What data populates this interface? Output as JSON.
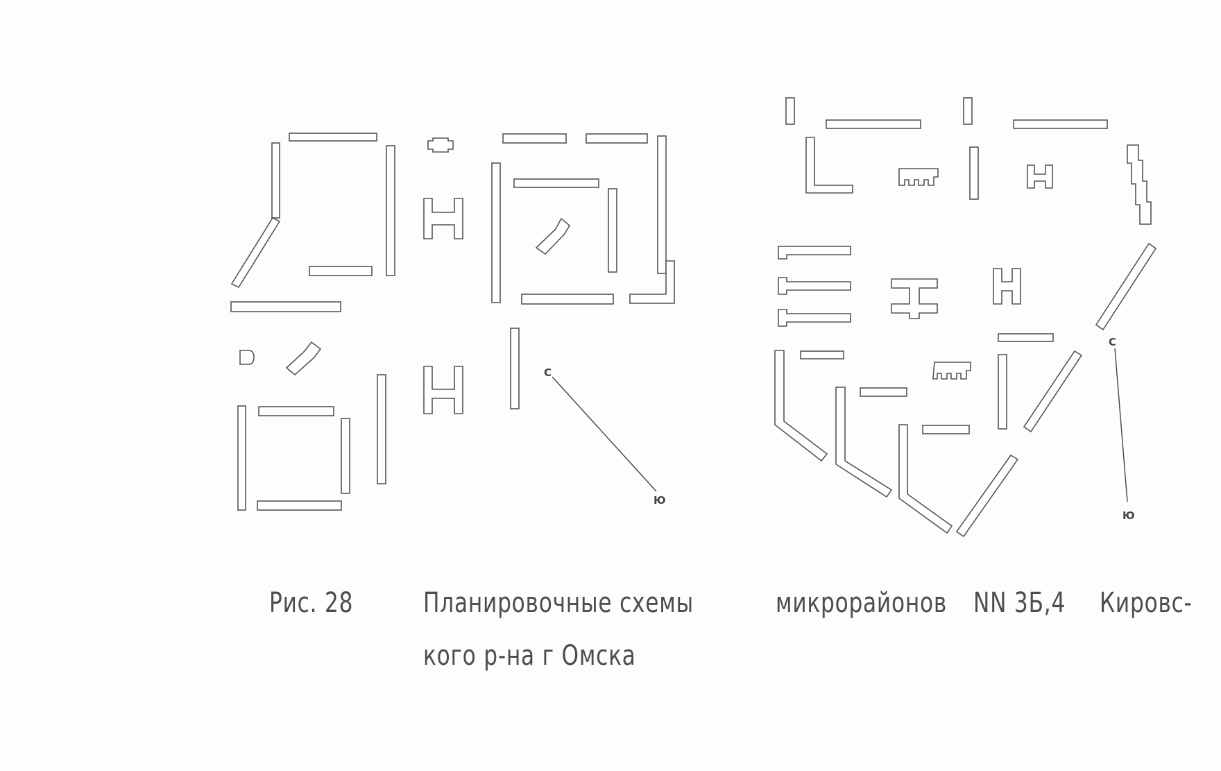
{
  "figure": {
    "label": "Рис. 28",
    "caption_line1": "Планировочные схемы",
    "caption_word3": "микрорайонов",
    "caption_numbers": "NN 3Б,4",
    "caption_word4": "Кировс-",
    "caption_line2": "кого р-на г Омска"
  },
  "left_plan": {
    "orientation": {
      "north": "С",
      "south": "Ю"
    },
    "special_building_mark": "D"
  },
  "right_plan": {
    "orientation": {
      "north": "С",
      "south": "Ю"
    }
  }
}
